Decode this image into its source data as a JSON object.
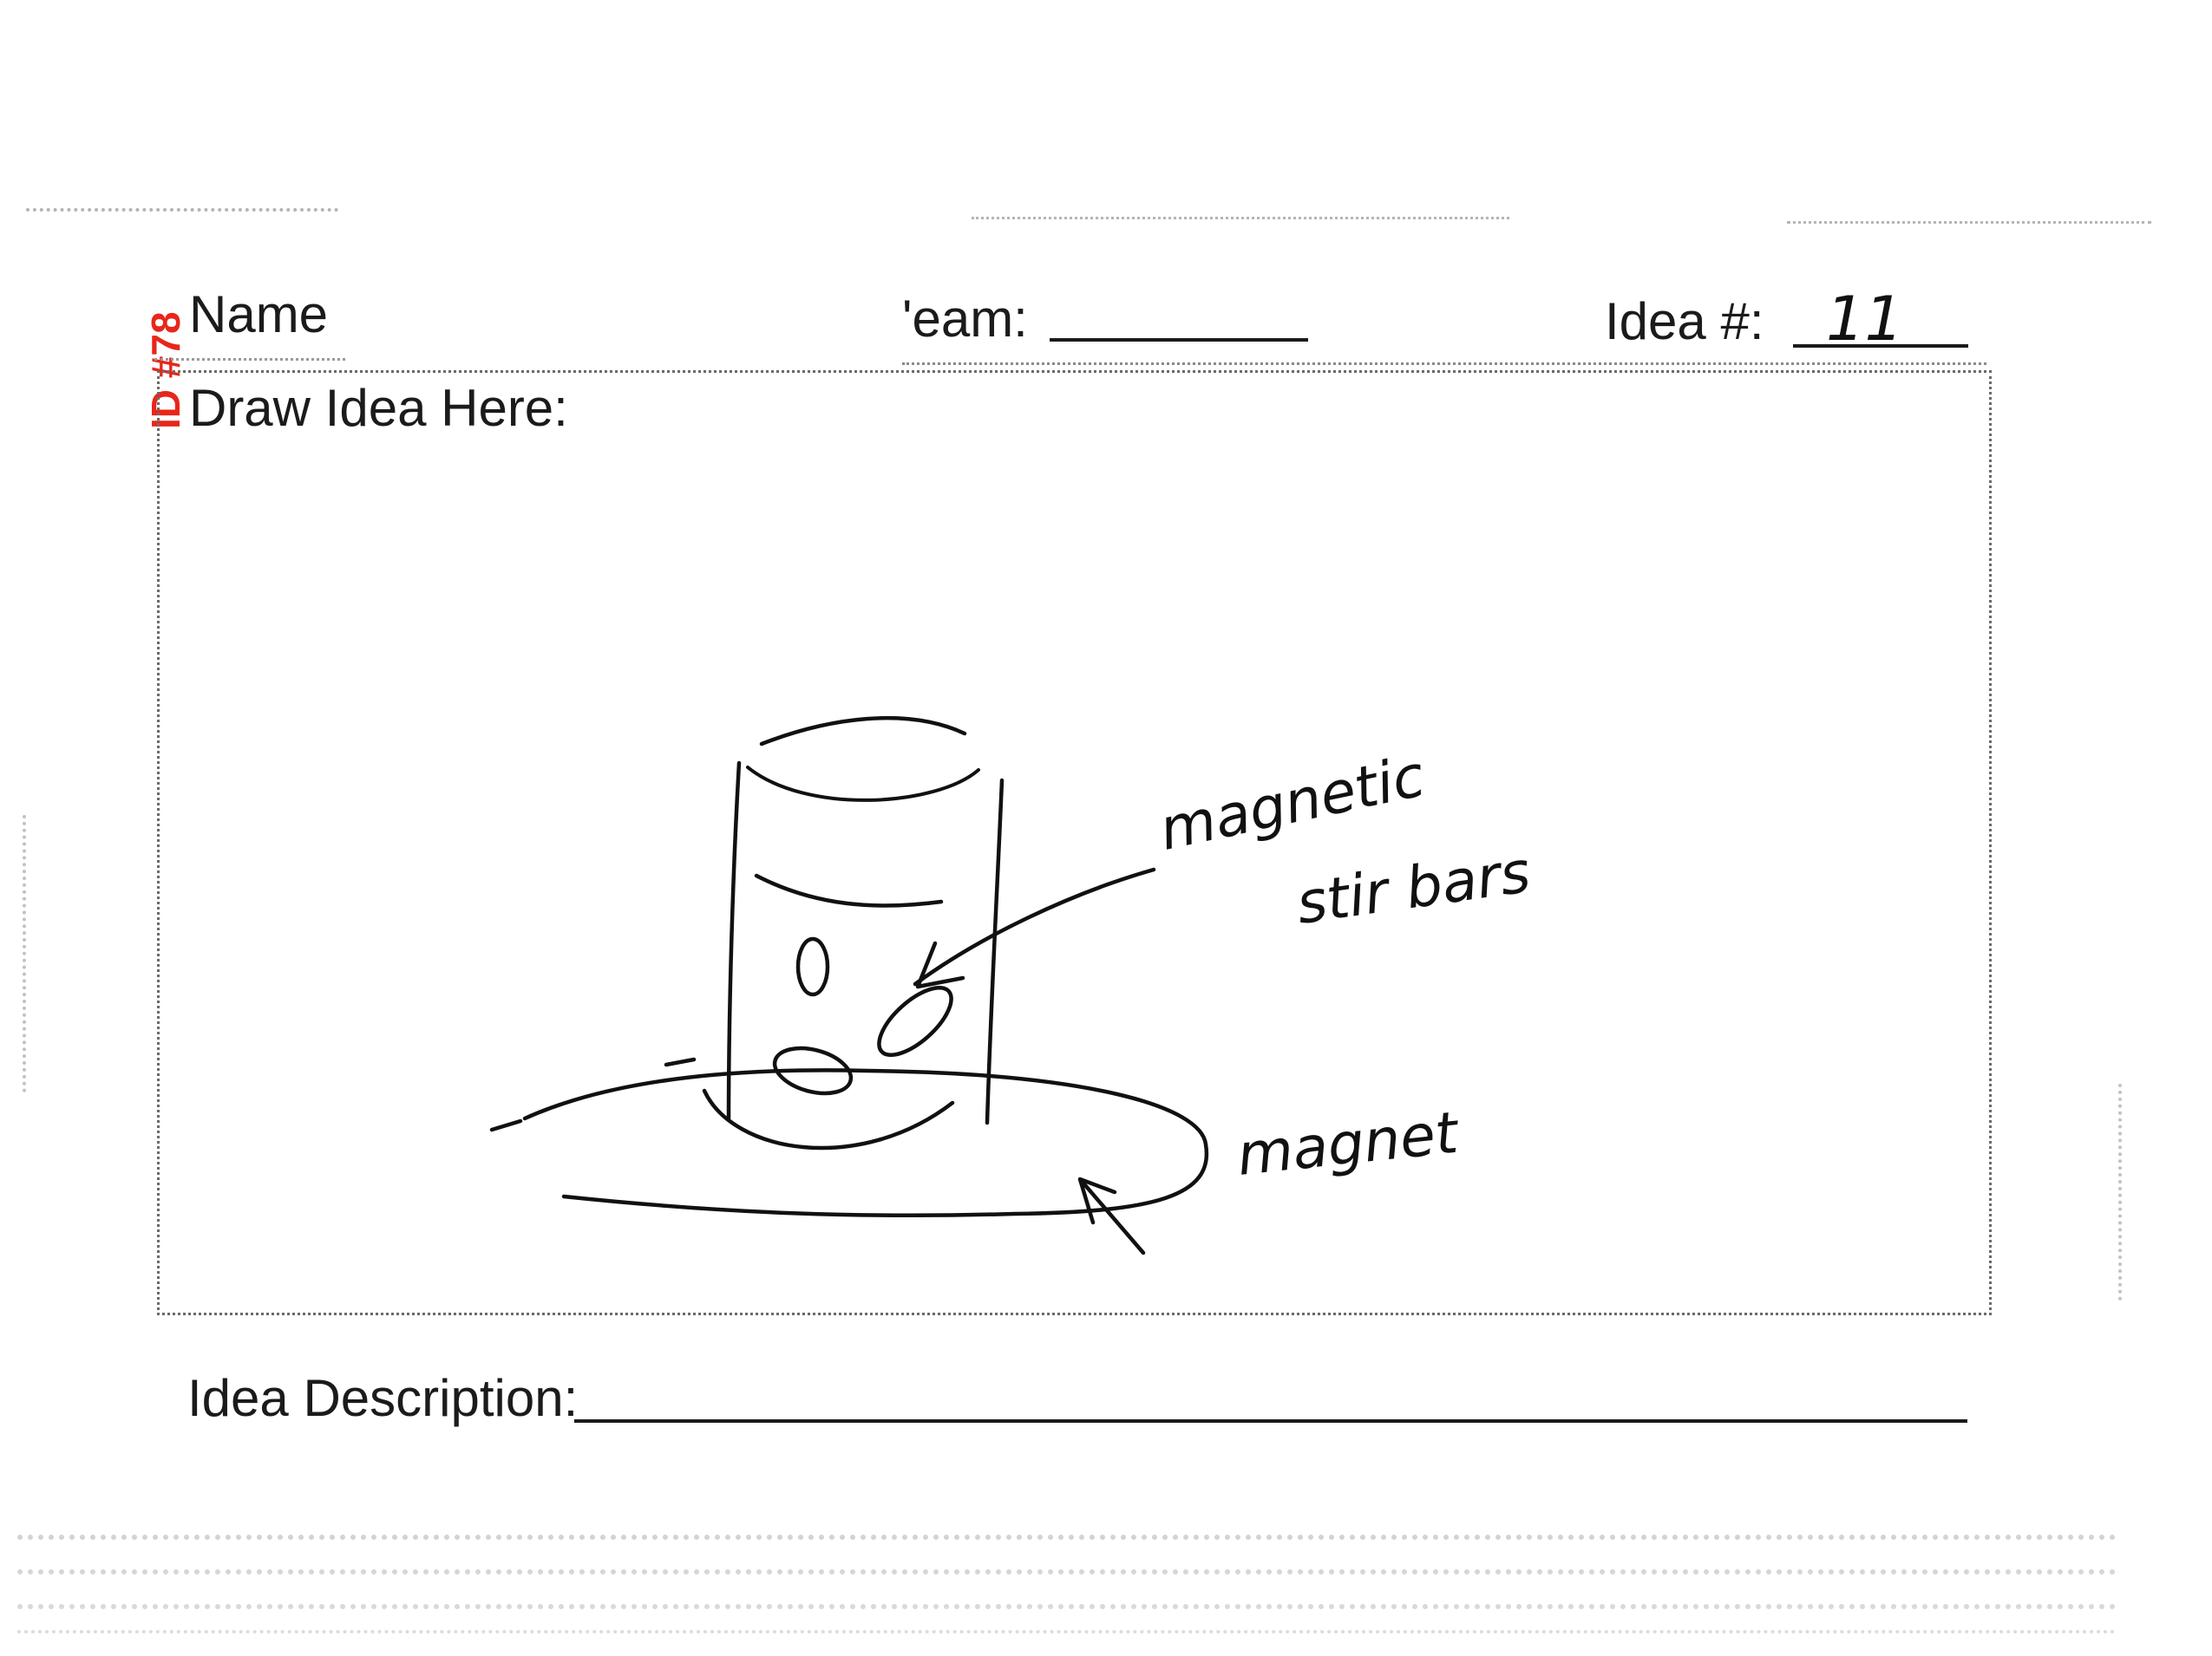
{
  "form": {
    "id_stamp": "ID #78",
    "name_label": "Name",
    "team_label": "'eam:",
    "idea_number_label": "Idea #:",
    "idea_number_value": "11",
    "draw_label": "Draw Idea Here:",
    "description_label": "Idea Description:"
  },
  "sketch": {
    "annotation_stir_bars_line1": "magnetic",
    "annotation_stir_bars_line2": "stir bars",
    "annotation_magnet": "magnet"
  },
  "colors": {
    "ink": "#111111",
    "stamp": "#e8261a",
    "scan_noise": "#b5b5b5"
  }
}
